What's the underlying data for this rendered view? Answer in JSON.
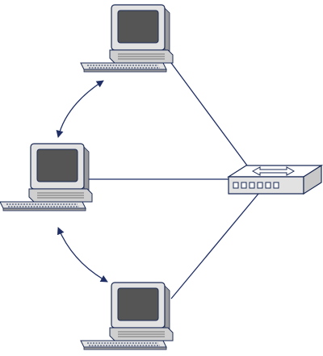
{
  "diagram": {
    "nodes": [
      {
        "id": "computer-top",
        "kind": "computer"
      },
      {
        "id": "computer-middle",
        "kind": "computer"
      },
      {
        "id": "computer-bottom",
        "kind": "computer"
      },
      {
        "id": "network-switch",
        "kind": "switch",
        "port_count": 6
      }
    ],
    "links": [
      {
        "from": "computer-top",
        "to": "network-switch",
        "style": "line"
      },
      {
        "from": "computer-middle",
        "to": "network-switch",
        "style": "line"
      },
      {
        "from": "computer-bottom",
        "to": "network-switch",
        "style": "line"
      },
      {
        "from": "computer-top",
        "to": "computer-middle",
        "style": "curved-double-arrow"
      },
      {
        "from": "computer-middle",
        "to": "computer-bottom",
        "style": "curved-double-arrow"
      }
    ]
  },
  "colors": {
    "outline": "#1a2a55",
    "link": "#1f2f66",
    "case": "#e2e2e2",
    "case_shadow": "#9a9a9a",
    "screen": "#555555",
    "switch_top": "#ffffff",
    "switch_side": "#c8c8c8"
  }
}
